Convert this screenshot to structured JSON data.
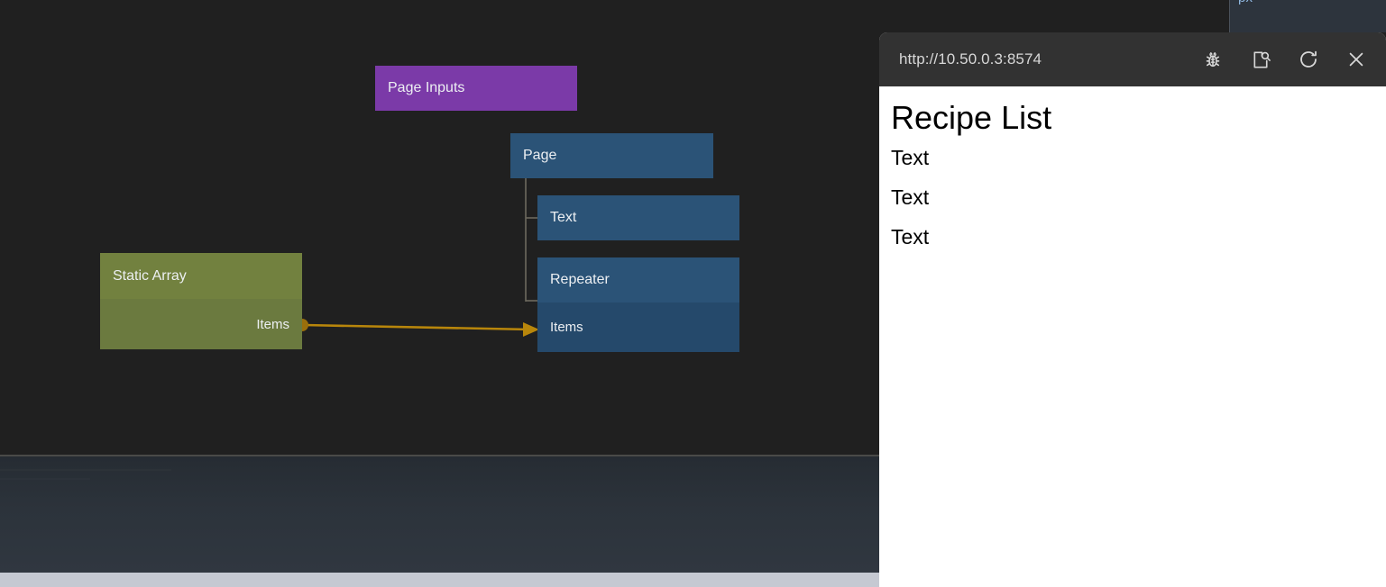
{
  "editor": {
    "canvas_background": "#202020",
    "nodes": [
      {
        "id": "page-inputs",
        "title": "Page Inputs",
        "color": "#7b3aa8",
        "kind": "inputs"
      },
      {
        "id": "page",
        "title": "Page",
        "color": "#2b5377",
        "kind": "component"
      },
      {
        "id": "text",
        "title": "Text",
        "color": "#2b5377",
        "kind": "component"
      },
      {
        "id": "repeater",
        "title": "Repeater",
        "color": "#2b5377",
        "kind": "component",
        "input_port_label": "Items"
      },
      {
        "id": "static-array",
        "title": "Static Array",
        "color": "#72813f",
        "kind": "data",
        "output_port_label": "Items"
      }
    ],
    "edge": {
      "from_node": "static-array",
      "from_port": "Items",
      "to_node": "repeater",
      "to_port": "Items",
      "color": "#b8860b"
    }
  },
  "browser": {
    "url": "http://10.50.0.3:8574",
    "toolbar_icons": [
      {
        "name": "bug-icon",
        "title": "Debug"
      },
      {
        "name": "page-inspect-icon",
        "title": "Inspect"
      },
      {
        "name": "reload-icon",
        "title": "Reload"
      },
      {
        "name": "close-icon",
        "title": "Close"
      }
    ],
    "preview": {
      "heading": "Recipe List",
      "items": [
        "Text",
        "Text",
        "Text"
      ]
    }
  },
  "overlay": {
    "px_fragment": "px"
  }
}
